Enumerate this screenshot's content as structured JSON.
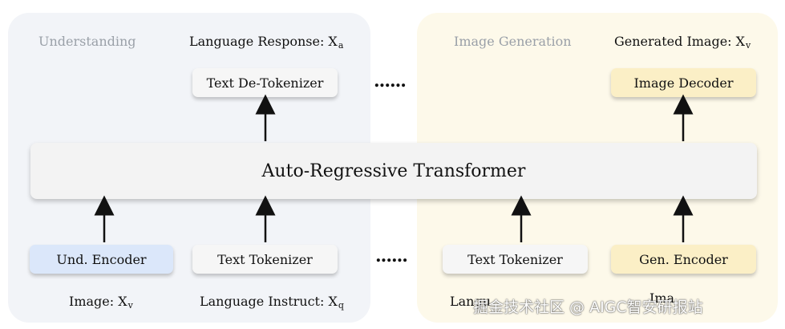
{
  "understanding": {
    "section_label": "Understanding",
    "output_caption": "Language Response: X",
    "output_caption_sub": "a",
    "decoder_label": "Text De-Tokenizer",
    "encoders": [
      {
        "label": "Und. Encoder",
        "caption": "Image: X",
        "caption_sub": "v"
      },
      {
        "label": "Text Tokenizer",
        "caption": "Language Instruct: X",
        "caption_sub": "q"
      }
    ]
  },
  "generation": {
    "section_label": "Image Generation",
    "output_caption": "Generated Image: X",
    "output_caption_sub": "v",
    "decoder_label": "Image Decoder",
    "encoders": [
      {
        "label": "Text Tokenizer",
        "caption": "Langu"
      },
      {
        "label": "Gen. Encoder",
        "caption": "Ima"
      }
    ]
  },
  "transformer_label": "Auto-Regressive Transformer",
  "ellipsis": "......",
  "watermark": "掘金技术社区 @ AIGC智安研报站",
  "colors": {
    "understanding_panel": "#f2f4f8",
    "generation_panel": "#fdf9ea",
    "und_encoder": "#dbe7fa",
    "gen_blocks": "#fbefc6"
  }
}
